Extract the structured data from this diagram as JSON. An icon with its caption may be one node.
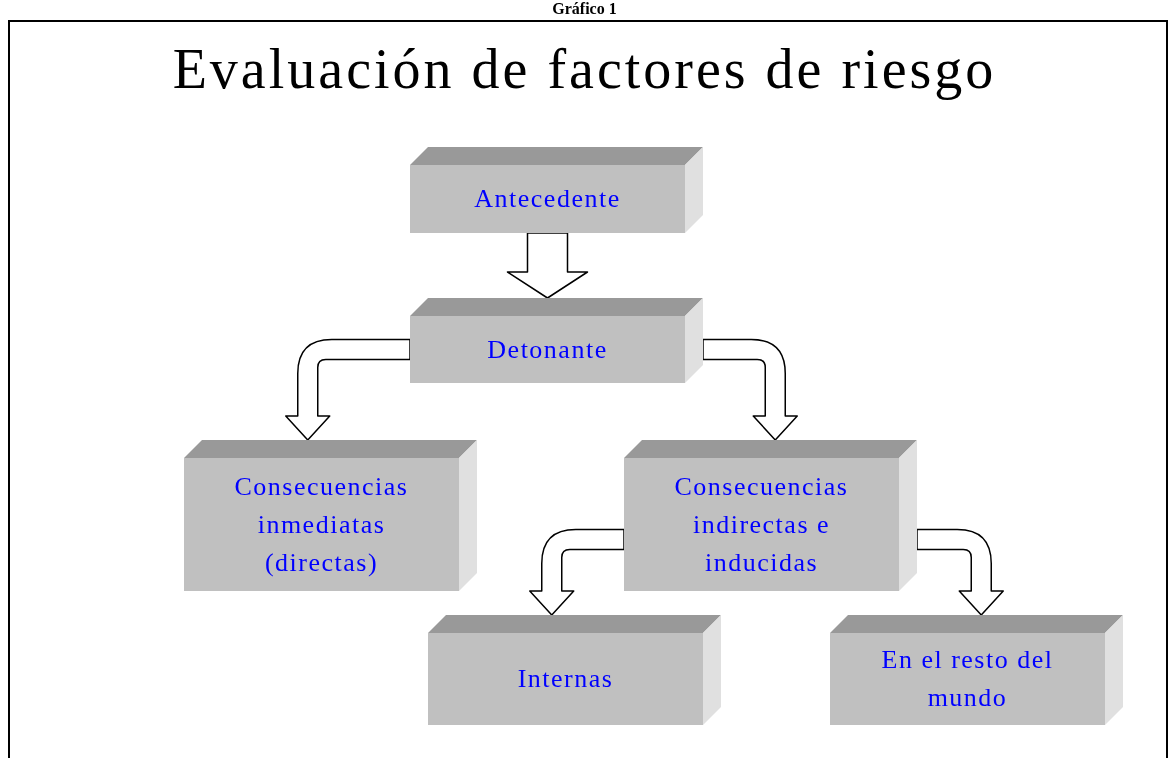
{
  "diagram": {
    "title": "Evaluación de factores de riesgo",
    "nodes": [
      {
        "text": [
          "Antecedente"
        ]
      },
      {
        "text": [
          "Detonante"
        ]
      },
      {
        "text": [
          "Consecuencias inmediatas (directas)"
        ]
      },
      {
        "text": [
          "Consecuencias indirectas e inducidas"
        ]
      },
      {
        "text": [
          "Internas"
        ]
      },
      {
        "text": [
          "En el resto del mundo"
        ]
      }
    ],
    "edges": [
      {
        "from": 0,
        "to": 1,
        "arrow": "to"
      },
      {
        "from": 1,
        "to": 2,
        "arrow": "to"
      },
      {
        "from": 1,
        "to": 3,
        "arrow": "to"
      },
      {
        "from": 3,
        "to": 4,
        "arrow": "to"
      },
      {
        "from": 3,
        "to": 5,
        "arrow": "to"
      }
    ],
    "labels": [
      "Gráfico 1"
    ]
  }
}
